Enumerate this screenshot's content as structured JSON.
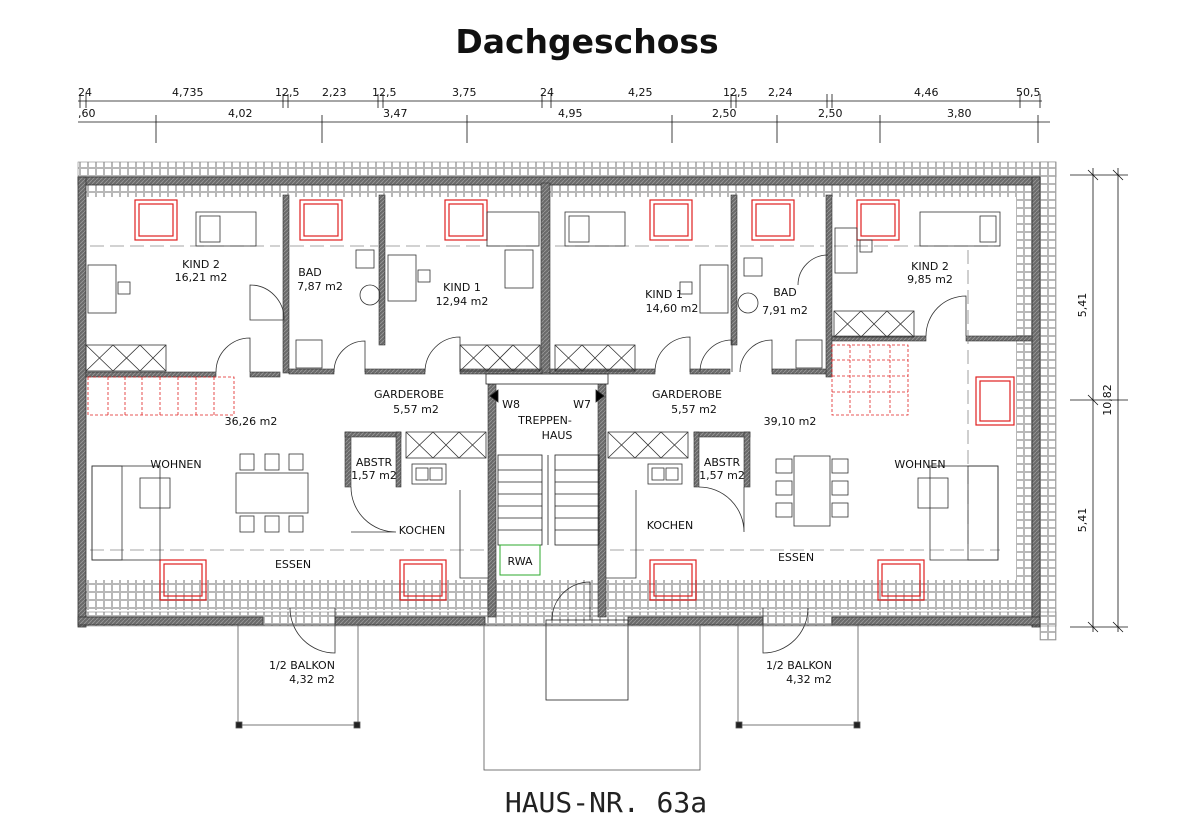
{
  "title": "Dachgeschoss",
  "footer_label": "HAUS-NR. 63a",
  "colors": {
    "wall": "#555555",
    "window": "#e02020",
    "stair_red": "#e02020",
    "rwa_box": "#2eaa2e",
    "roof_hatch": "#8a8a8a"
  },
  "dimensions_top_row1": [
    "24",
    "4,735",
    "12,5",
    "2,23",
    "12,5",
    "3,75",
    "24",
    "4,25",
    "12,5",
    "2,24",
    "4,46",
    "50,5"
  ],
  "dimensions_top_row2": [
    ",60",
    "4,02",
    "3,47",
    "4,95",
    "2,50",
    "2,50",
    "3,80"
  ],
  "dimensions_right": [
    "5,41",
    "10,82",
    "5,41"
  ],
  "rooms": {
    "kind2_left": {
      "name": "KIND 2",
      "area": "16,21 m2"
    },
    "bad_left": {
      "name": "BAD",
      "area": "7,87 m2"
    },
    "kind1_left": {
      "name": "KIND 1",
      "area": "12,94 m2"
    },
    "kind1_right": {
      "name": "KIND 1",
      "area": "14,60 m2"
    },
    "bad_right": {
      "name": "BAD",
      "area": "7,91 m2"
    },
    "kind2_right": {
      "name": "KIND 2",
      "area": "9,85 m2"
    },
    "garderobe_left": {
      "name": "GARDEROBE",
      "area": "5,57 m2"
    },
    "garderobe_right": {
      "name": "GARDEROBE",
      "area": "5,57 m2"
    },
    "living_left_area": "36,26 m2",
    "living_right_area": "39,10 m2",
    "wohnen_left": "WOHNEN",
    "wohnen_right": "WOHNEN",
    "essen_left": "ESSEN",
    "essen_right": "ESSEN",
    "kochen_left": "KOCHEN",
    "kochen_right": "KOCHEN",
    "abstr_left": {
      "name": "ABSTR",
      "area": "1,57 m2"
    },
    "abstr_right": {
      "name": "ABSTR",
      "area": "1,57 m2"
    },
    "treppenhaus": [
      "TREPPEN-",
      "HAUS"
    ],
    "w8": "W8",
    "w7": "W7",
    "rwa": "RWA",
    "balkon_left": {
      "name": "1/2 BALKON",
      "area": "4,32 m2"
    },
    "balkon_right": {
      "name": "1/2 BALKON",
      "area": "4,32 m2"
    }
  }
}
